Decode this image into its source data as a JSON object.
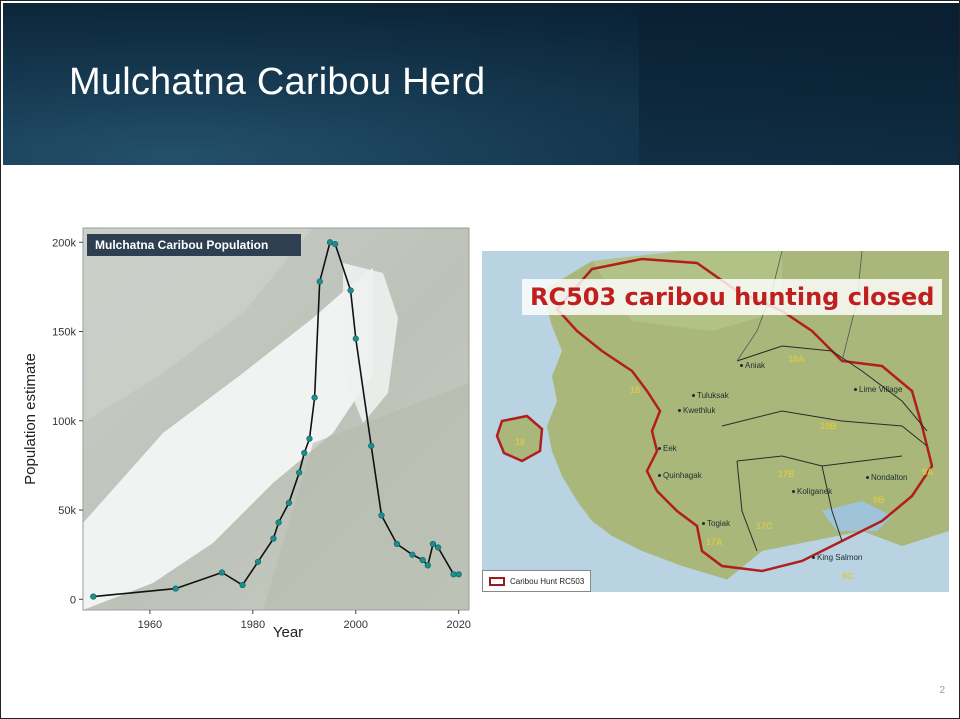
{
  "slide": {
    "title": "Mulchatna Caribou Herd",
    "page_number": "2"
  },
  "chart_data": {
    "type": "line",
    "title": "Mulchatna Caribou Population",
    "xlabel": "Year",
    "ylabel": "Population estimate",
    "xlim": [
      1947,
      2022
    ],
    "ylim": [
      -6000,
      208000
    ],
    "x_ticks": [
      1960,
      1980,
      2000,
      2020
    ],
    "x_tick_labels": [
      "1960",
      "1980",
      "2000",
      "2020"
    ],
    "y_ticks": [
      0,
      50000,
      100000,
      150000,
      200000
    ],
    "y_tick_labels": [
      "0",
      "50k",
      "100k",
      "150k",
      "200k"
    ],
    "grid": false,
    "series": [
      {
        "x": [
          1949,
          1965,
          1974,
          1978,
          1981,
          1984,
          1985,
          1987,
          1989,
          1990,
          1991,
          1992,
          1993,
          1995,
          1996,
          1999,
          2000,
          2003,
          2005,
          2008,
          2011,
          2013,
          2014,
          2015,
          2016,
          2019,
          2020
        ],
        "y": [
          1500,
          6000,
          15000,
          8000,
          21000,
          34000,
          43000,
          54000,
          71000,
          82000,
          90000,
          113000,
          178000,
          200000,
          199000,
          173000,
          146000,
          86000,
          47000,
          31000,
          25000,
          22000,
          19000,
          31000,
          29000,
          14000,
          14000
        ]
      }
    ],
    "colors": {
      "line": "#111111",
      "marker": "#1b8f8f",
      "title_box": "#2f3f52"
    }
  },
  "map": {
    "banner": "RC503 caribou hunting closed",
    "legend_label": "Caribou Hunt RC503",
    "places": [
      "Aniak",
      "Lime Village",
      "Tuluksak",
      "Kwethluk",
      "Eek",
      "Quinhagak",
      "Nondalton",
      "Koliganek",
      "Togiak",
      "King Salmon"
    ],
    "units": [
      "18",
      "18",
      "19A",
      "19B",
      "17B",
      "17C",
      "17A",
      "9B",
      "9C",
      "9A"
    ],
    "colors": {
      "boundary": "#b01e1e",
      "land": "#a9b87a",
      "water": "#b9d3e3"
    }
  }
}
